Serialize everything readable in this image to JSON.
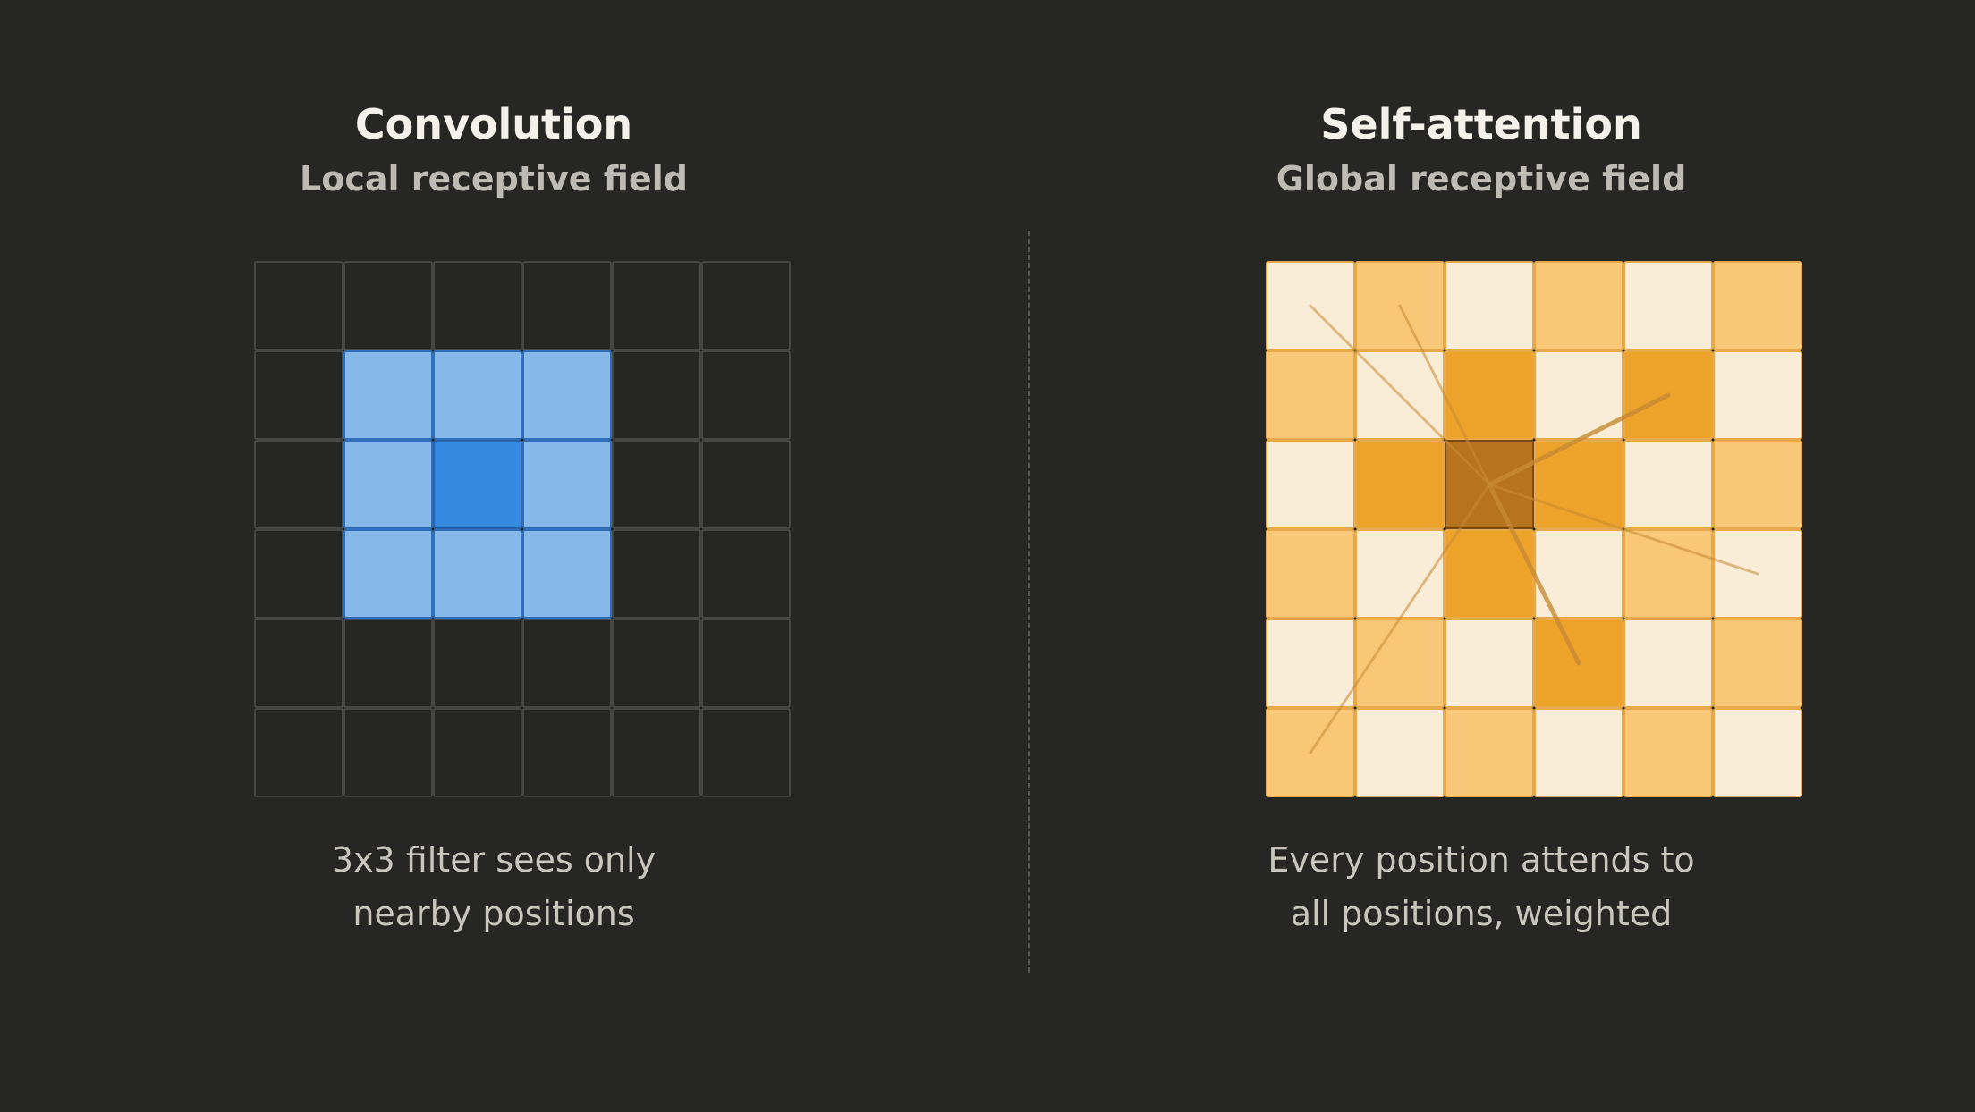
{
  "convolution": {
    "title": "Convolution",
    "subtitle": "Local receptive field",
    "caption_lines": [
      "3x3 filter sees only",
      "nearby positions"
    ],
    "grid_size": 6,
    "kernel_rows": [
      1,
      2,
      3
    ],
    "kernel_cols": [
      1,
      2,
      3
    ],
    "center": [
      2,
      2
    ],
    "colors": {
      "empty": "transparent",
      "kernel": "#86b8ea",
      "center": "#3589df"
    }
  },
  "self_attention": {
    "title": "Self-attention",
    "subtitle": "Global receptive field",
    "caption_lines": [
      "Every position attends to",
      "all positions, weighted"
    ],
    "grid_size": 6,
    "query": [
      2,
      2
    ],
    "weights": [
      [
        1,
        2,
        1,
        2,
        1,
        2
      ],
      [
        2,
        1,
        3,
        1,
        3,
        1
      ],
      [
        1,
        3,
        4,
        3,
        1,
        2
      ],
      [
        2,
        1,
        3,
        1,
        2,
        1
      ],
      [
        1,
        2,
        1,
        3,
        1,
        2
      ],
      [
        2,
        1,
        2,
        1,
        2,
        1
      ]
    ],
    "weight_colors": {
      "1": "#faedd8",
      "2": "#f8c878",
      "3": "#eda22a",
      "4": "#b8731f"
    },
    "attention_links": [
      {
        "to": [
          0,
          0
        ],
        "strength": 1
      },
      {
        "to": [
          0,
          1
        ],
        "strength": 1
      },
      {
        "to": [
          1,
          4
        ],
        "strength": 2
      },
      {
        "to": [
          3,
          5
        ],
        "strength": 1
      },
      {
        "to": [
          4,
          3
        ],
        "strength": 2
      },
      {
        "to": [
          5,
          0
        ],
        "strength": 1
      }
    ],
    "link_color": "#c78a35"
  }
}
